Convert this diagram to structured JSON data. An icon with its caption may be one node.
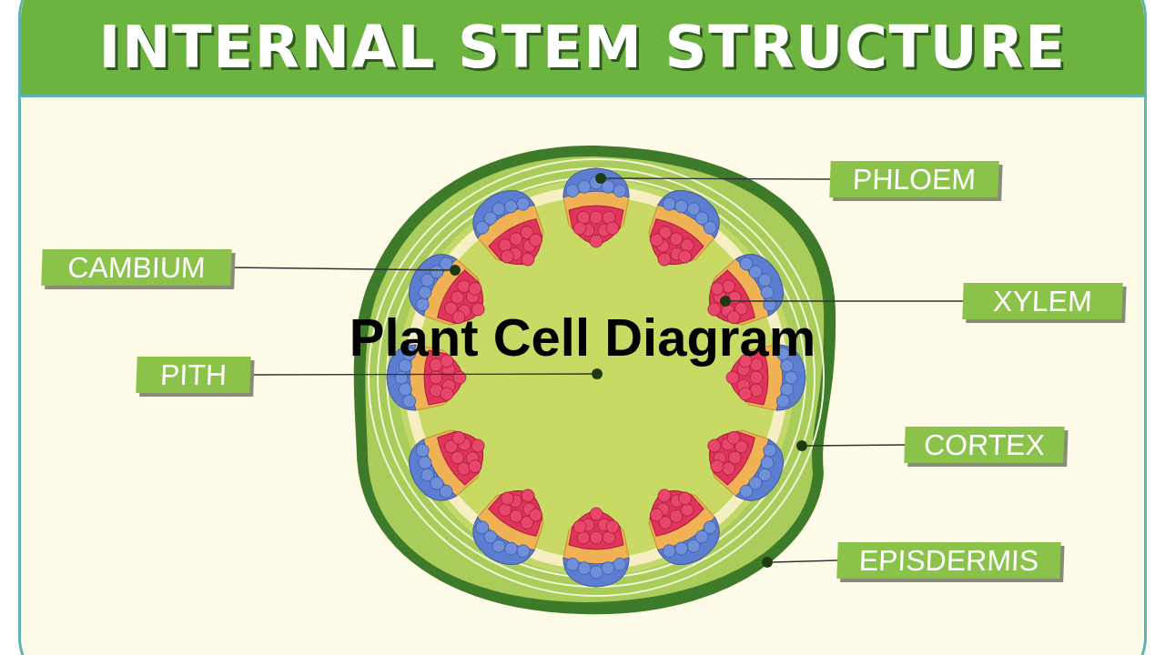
{
  "diagram": {
    "title": "INTERNAL STEM STRUCTURE",
    "nodes": [
      {
        "text": [
          "PHLOEM"
        ]
      },
      {
        "text": [
          "CAMBIUM"
        ]
      },
      {
        "text": [
          "XYLEM"
        ]
      },
      {
        "text": [
          "PITH"
        ]
      },
      {
        "text": [
          "CORTEX"
        ]
      },
      {
        "text": [
          "EPISDERMIS"
        ]
      },
      {
        "text": [],
        "shape": "circle"
      },
      {
        "text": [],
        "shape": "circle"
      },
      {
        "text": [],
        "shape": "circle"
      },
      {
        "text": [],
        "shape": "circle"
      },
      {
        "text": [],
        "shape": "circle"
      },
      {
        "text": [],
        "shape": "circle"
      }
    ],
    "edges": [
      {
        "from": 0,
        "to": 6,
        "arrow": "none"
      },
      {
        "from": 1,
        "to": 7,
        "arrow": "none"
      },
      {
        "from": 2,
        "to": 8,
        "arrow": "none"
      },
      {
        "from": 3,
        "to": 9,
        "arrow": "none"
      },
      {
        "from": 4,
        "to": 10,
        "arrow": "none"
      },
      {
        "from": 5,
        "to": 11,
        "arrow": "none"
      }
    ],
    "labels": [
      "Plant Cell Diagram"
    ]
  }
}
